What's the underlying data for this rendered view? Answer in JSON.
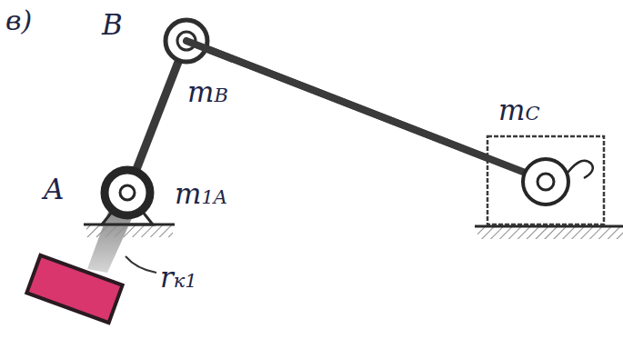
{
  "diagram": {
    "labels": [
      "в)",
      "B",
      "mB",
      "A",
      "m1A",
      "mC",
      "rк1"
    ]
  }
}
